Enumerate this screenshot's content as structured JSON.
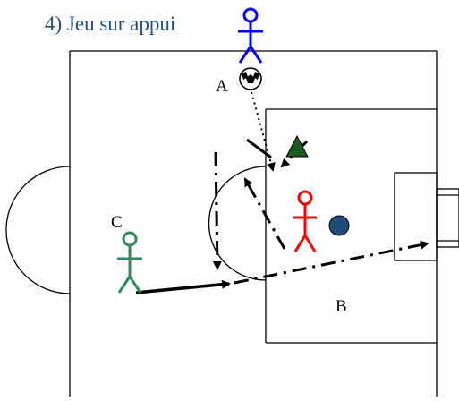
{
  "title": "4) Jeu sur appui",
  "labels": {
    "a": "A",
    "b": "B",
    "c": "C"
  },
  "colors": {
    "title": "#1f4f7f",
    "player_a": "#0000ff",
    "player_red": "#ff0000",
    "player_c": "#2e8b57",
    "triangle": "#1e5a1e",
    "circle_marker": "#1f4a7a",
    "lines": "#000000"
  },
  "icons": {
    "player_a": "stick-figure-icon",
    "player_red": "stick-figure-icon",
    "player_c": "stick-figure-icon",
    "ball": "soccer-ball-icon",
    "cone": "triangle-cone-icon",
    "marker": "circle-marker-icon"
  }
}
